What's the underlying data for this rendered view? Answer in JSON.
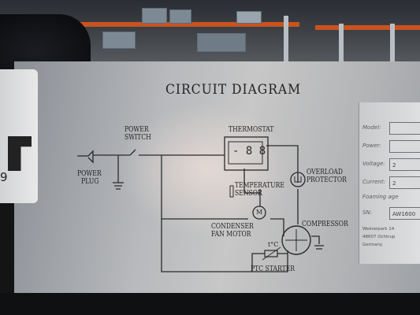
{
  "diagram": {
    "title": "CIRCUIT DIAGRAM",
    "labels": {
      "power_switch": [
        "POWER",
        "SWITCH"
      ],
      "power_plug": [
        "POWER",
        "PLUG"
      ],
      "thermostat": "THERMOSTAT",
      "display": "- 8 8",
      "temperature_sensor": [
        "TEMPERATURE",
        "SENSOR"
      ],
      "overload_protector": [
        "OVERLOAD",
        "PROTECTOR"
      ],
      "condenser_fan_motor": [
        "CONDENSER",
        "FAN MOTOR"
      ],
      "compressor": "COMPRESSOR",
      "ptc_symbol": "t°C",
      "ptc_starter": "PTC STARTER",
      "motor_symbol": "M"
    }
  },
  "right_label": {
    "rows": [
      {
        "label": "Model:",
        "value": ""
      },
      {
        "label": "Power:",
        "value": ""
      },
      {
        "label": "Voltage:",
        "value": "2"
      },
      {
        "label": "Current:",
        "value": "2"
      },
      {
        "label": "Foaming age",
        "value": ""
      },
      {
        "label": "SN:",
        "value": "AW1600"
      }
    ],
    "address": [
      "Weinerpark 14",
      "48607 Ochtrup",
      "Germany"
    ]
  },
  "left_tag": {
    "text": "9"
  }
}
